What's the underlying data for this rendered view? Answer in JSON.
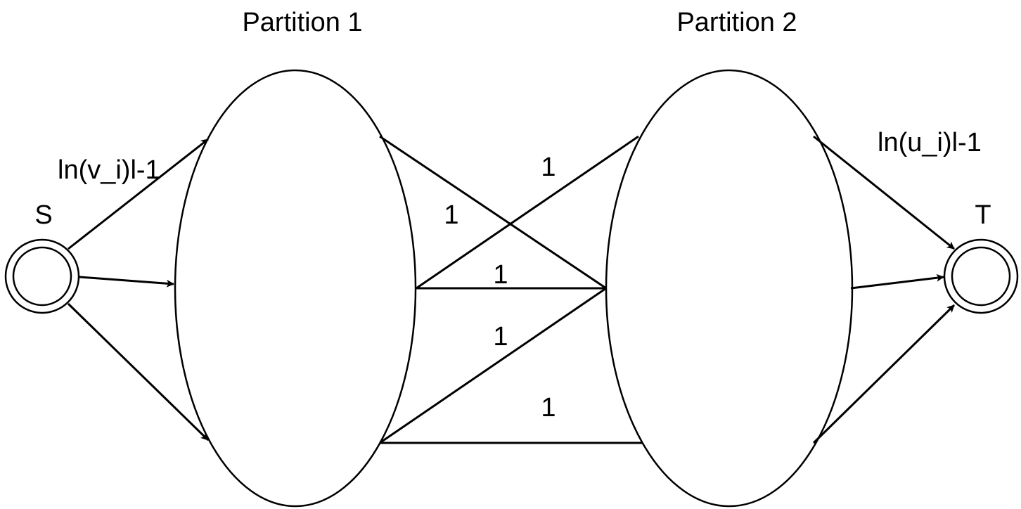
{
  "partitions": {
    "left": {
      "title": "Partition 1"
    },
    "right": {
      "title": "Partition 2"
    }
  },
  "nodes": {
    "source": {
      "label": "S"
    },
    "sink": {
      "label": "T"
    }
  },
  "edge_labels": {
    "source_capacity": "ln(v_i)l-1",
    "sink_capacity": "ln(u_i)l-1",
    "cross_upper_right": "1",
    "cross_upper_left": "1",
    "middle": "1",
    "cross_lower": "1",
    "bottom": "1"
  },
  "colors": {
    "stroke": "#000000",
    "background": "#ffffff"
  }
}
